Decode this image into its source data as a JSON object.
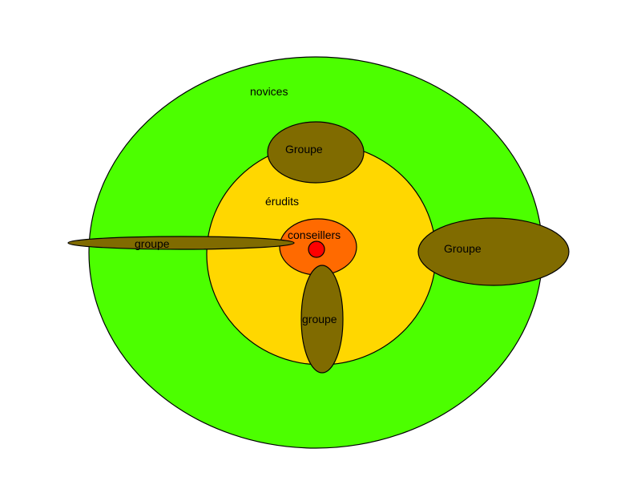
{
  "diagram": {
    "colors": {
      "outer": "#4cff00",
      "middle": "#ffd700",
      "inner": "#ff6a00",
      "core": "#ff0000",
      "group": "#806b00",
      "stroke": "#000000"
    },
    "rings": {
      "novices": "novices",
      "erudits": "érudits",
      "conseillers": "conseillers"
    },
    "groups": {
      "top": "Groupe",
      "left": "groupe",
      "right": "Groupe",
      "bottom": "groupe"
    }
  }
}
